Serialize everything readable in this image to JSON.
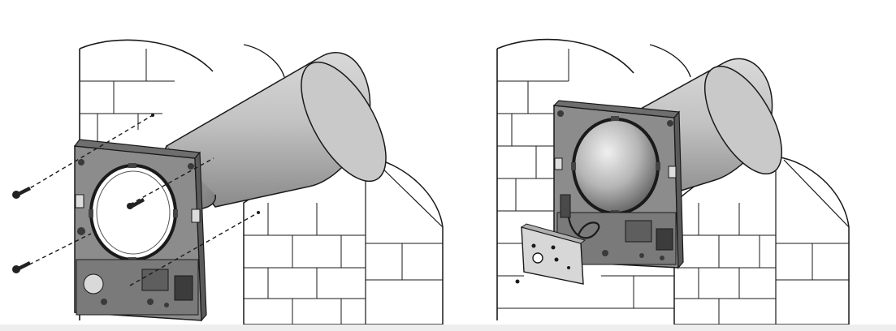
{
  "figure": {
    "panels": [
      {
        "id": "panel-left",
        "step": "screws-inserted-into-frame"
      },
      {
        "id": "panel-right",
        "step": "control-board-cover-attached"
      }
    ]
  },
  "colors": {
    "outline": "#1a1a1a",
    "brick_fill": "#ffffff",
    "duct_light": "#d6d6d6",
    "duct_mid": "#a9a9a9",
    "duct_dark": "#6b6b6b",
    "frame_fill": "#8c8c8c",
    "frame_dark": "#4a4a4a",
    "screw": "#222222",
    "background": "#ffffff",
    "strip": "#eeeeee"
  },
  "icons": [
    "screw-icon",
    "dashed-guide-line",
    "round-duct",
    "mounting-frame",
    "brick-wall"
  ]
}
